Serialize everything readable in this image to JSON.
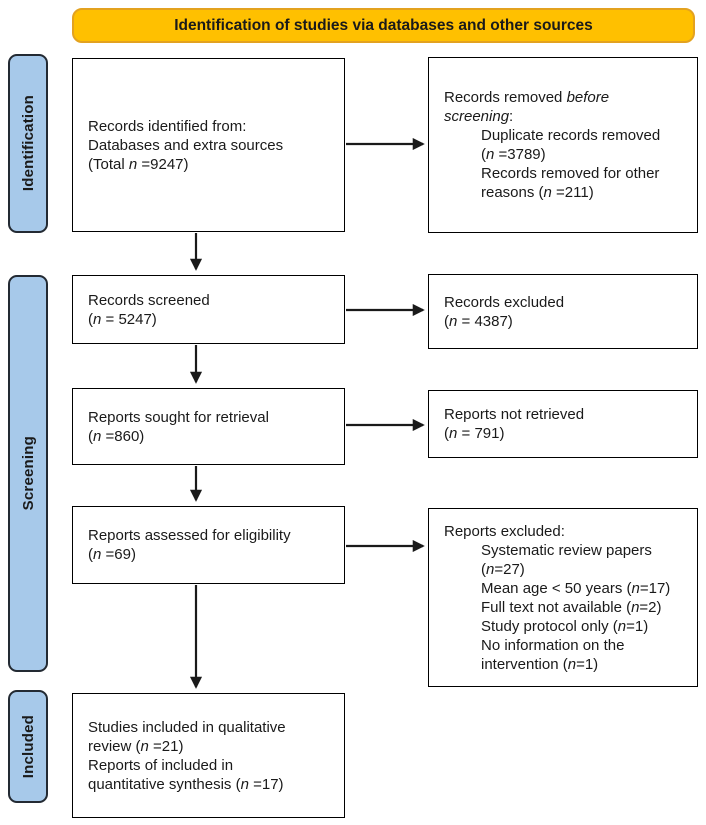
{
  "colors": {
    "page_bg": "#ffffff",
    "banner_fill": "#FFC000",
    "banner_border": "#E3A21F",
    "stage_fill": "#A7C9EA",
    "stage_border": "#232A33",
    "box_bg": "#ffffff",
    "box_border": "#000000",
    "arrow": "#1a1a1a",
    "text": "#1a1a1a"
  },
  "header": {
    "title": "Identification of studies via databases and other sources"
  },
  "stages": {
    "identification": "Identification",
    "screening": "Screening",
    "included": "Included"
  },
  "boxes": {
    "records_identified": {
      "lines": [
        {
          "segments": [
            {
              "t": "Records identified from:"
            }
          ]
        },
        {
          "segments": [
            {
              "t": "Databases and extra sources"
            }
          ]
        },
        {
          "segments": [
            {
              "t": "(Total "
            },
            {
              "t": "n",
              "i": true
            },
            {
              "t": " =9247)"
            }
          ]
        }
      ]
    },
    "records_removed": {
      "lines": [
        {
          "segments": [
            {
              "t": "Records removed "
            },
            {
              "t": "before",
              "i": true
            }
          ]
        },
        {
          "segments": [
            {
              "t": "screening",
              "i": true
            },
            {
              "t": ":"
            }
          ]
        },
        {
          "indent": true,
          "segments": [
            {
              "t": "Duplicate records removed"
            }
          ]
        },
        {
          "indent": true,
          "segments": [
            {
              "t": "("
            },
            {
              "t": "n",
              "i": true
            },
            {
              "t": " =3789)"
            }
          ]
        },
        {
          "indent": true,
          "segments": [
            {
              "t": "Records removed for other"
            }
          ]
        },
        {
          "indent": true,
          "segments": [
            {
              "t": "reasons ("
            },
            {
              "t": "n",
              "i": true
            },
            {
              "t": " =211)"
            }
          ]
        }
      ]
    },
    "records_screened": {
      "lines": [
        {
          "segments": [
            {
              "t": "Records screened"
            }
          ]
        },
        {
          "segments": [
            {
              "t": "("
            },
            {
              "t": "n",
              "i": true
            },
            {
              "t": " = 5247)"
            }
          ]
        }
      ]
    },
    "records_excluded": {
      "lines": [
        {
          "segments": [
            {
              "t": "Records excluded"
            }
          ]
        },
        {
          "segments": [
            {
              "t": "("
            },
            {
              "t": "n",
              "i": true
            },
            {
              "t": " = 4387)"
            }
          ]
        }
      ]
    },
    "reports_sought": {
      "lines": [
        {
          "segments": [
            {
              "t": "Reports sought for retrieval"
            }
          ]
        },
        {
          "segments": [
            {
              "t": "("
            },
            {
              "t": "n",
              "i": true
            },
            {
              "t": " =860)"
            }
          ]
        }
      ]
    },
    "reports_not_retrieved": {
      "lines": [
        {
          "segments": [
            {
              "t": "Reports not retrieved"
            }
          ]
        },
        {
          "segments": [
            {
              "t": "("
            },
            {
              "t": "n",
              "i": true
            },
            {
              "t": " = 791)"
            }
          ]
        }
      ]
    },
    "reports_assessed": {
      "lines": [
        {
          "segments": [
            {
              "t": "Reports assessed for eligibility"
            }
          ]
        },
        {
          "segments": [
            {
              "t": "("
            },
            {
              "t": "n",
              "i": true
            },
            {
              "t": " =69)"
            }
          ]
        }
      ]
    },
    "reports_excluded": {
      "lines": [
        {
          "segments": [
            {
              "t": "Reports excluded:"
            }
          ]
        },
        {
          "indent": true,
          "segments": [
            {
              "t": "Systematic review papers"
            }
          ]
        },
        {
          "indent": true,
          "segments": [
            {
              "t": "("
            },
            {
              "t": "n",
              "i": true
            },
            {
              "t": "=27)"
            }
          ]
        },
        {
          "indent": true,
          "segments": [
            {
              "t": "Mean age < 50 years ("
            },
            {
              "t": "n",
              "i": true
            },
            {
              "t": "=17)"
            }
          ]
        },
        {
          "indent": true,
          "segments": [
            {
              "t": "Full text not available ("
            },
            {
              "t": "n",
              "i": true
            },
            {
              "t": "=2)"
            }
          ]
        },
        {
          "indent": true,
          "segments": [
            {
              "t": "Study protocol only ("
            },
            {
              "t": "n",
              "i": true
            },
            {
              "t": "=1)"
            }
          ]
        },
        {
          "indent": true,
          "segments": [
            {
              "t": "No information on the"
            }
          ]
        },
        {
          "indent": true,
          "segments": [
            {
              "t": "intervention ("
            },
            {
              "t": "n",
              "i": true
            },
            {
              "t": "=1)"
            }
          ]
        }
      ]
    },
    "studies_included": {
      "lines": [
        {
          "segments": [
            {
              "t": "Studies included in qualitative"
            }
          ]
        },
        {
          "segments": [
            {
              "t": "review ("
            },
            {
              "t": "n",
              "i": true
            },
            {
              "t": " =21)"
            }
          ]
        },
        {
          "segments": [
            {
              "t": "Reports of included in"
            }
          ]
        },
        {
          "segments": [
            {
              "t": "quantitative synthesis ("
            },
            {
              "t": "n",
              "i": true
            },
            {
              "t": " =17)"
            }
          ]
        }
      ]
    }
  }
}
